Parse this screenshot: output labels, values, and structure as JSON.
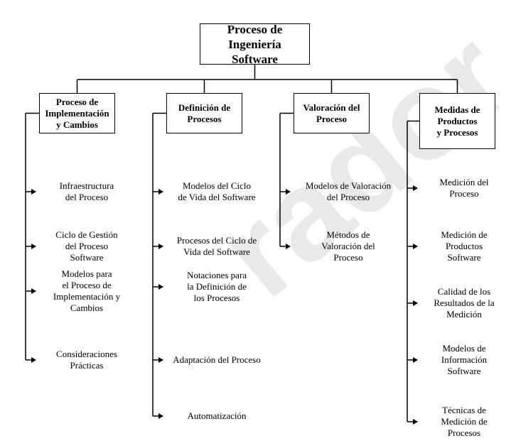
{
  "root": {
    "title": "Proceso de Ingeniería\nSoftware"
  },
  "watermark": "rador",
  "columns": [
    {
      "title": "Proceso de\nImplementación\ny Cambios",
      "items": [
        "Infraestructura\ndel Proceso",
        "Ciclo de Gestión\ndel Proceso\nSoftware",
        "Modelos para\nel Proceso de\nImplementación y\nCambios",
        "Consideraciones\nPrácticas"
      ]
    },
    {
      "title": "Definición de\nProcesos",
      "items": [
        "Modelos del Ciclo\nde Vida del Software",
        "Procesos del Ciclo de\nVida del Software",
        "Notaciones para\nla Definición de\nlos Procesos",
        "Adaptación del Proceso",
        "Automatización"
      ]
    },
    {
      "title": "Valoración del\nProceso",
      "items": [
        "Modelos de Valoración\ndel Proceso",
        "Métodos de\nValoración del\nProceso"
      ]
    },
    {
      "title": "Medidas de\nProductos\ny Procesos",
      "items": [
        "Medición del\nProceso",
        "Medición de\nProductos\nSoftware",
        "Calidad de los\nResultados de la\nMedición",
        "Modelos de\nInformación\nSoftware",
        "Técnicas de\nMedición de\nProcesos"
      ]
    }
  ]
}
